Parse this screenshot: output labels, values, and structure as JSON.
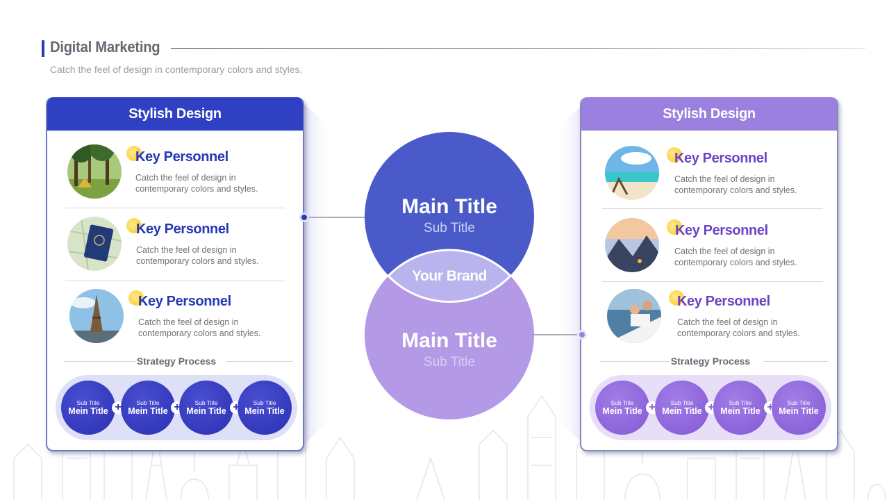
{
  "header": {
    "title": "Digital Marketing",
    "subtitle": "Catch the feel of design in contemporary colors and styles."
  },
  "colors": {
    "blue_primary": "#2f40c2",
    "purple_primary": "#9b80e0",
    "circle_blue": "#4a5bc9",
    "circle_purple": "#b49ae6"
  },
  "left_panel": {
    "heading": "Stylish Design",
    "items": [
      {
        "title": "Key Personnel",
        "desc": "Catch the feel of design in contemporary colors and styles.",
        "photo": "forest-tent-photo"
      },
      {
        "title": "Key Personnel",
        "desc": "Catch the feel of design in contemporary colors and styles.",
        "photo": "passport-map-photo"
      },
      {
        "title": "Key Personnel",
        "desc": "Catch the feel of design in contemporary colors and styles.",
        "photo": "eiffel-tower-photo"
      }
    ],
    "strategy_label": "Strategy Process",
    "steps": [
      {
        "sub": "Sub Title",
        "main": "Mein Title"
      },
      {
        "sub": "Sub Title",
        "main": "Mein Title"
      },
      {
        "sub": "Sub Title",
        "main": "Mein Title"
      },
      {
        "sub": "Sub Title",
        "main": "Mein Title"
      }
    ]
  },
  "right_panel": {
    "heading": "Stylish Design",
    "items": [
      {
        "title": "Key Personnel",
        "desc": "Catch the feel of design in contemporary colors and styles.",
        "photo": "beach-chair-photo"
      },
      {
        "title": "Key Personnel",
        "desc": "Catch the feel of design in contemporary colors and styles.",
        "photo": "mountain-camp-photo"
      },
      {
        "title": "Key Personnel",
        "desc": "Catch the feel of design in contemporary colors and styles.",
        "photo": "boat-couple-photo"
      }
    ],
    "strategy_label": "Strategy Process",
    "steps": [
      {
        "sub": "Sub Title",
        "main": "Mein Title"
      },
      {
        "sub": "Sub Title",
        "main": "Mein Title"
      },
      {
        "sub": "Sub Title",
        "main": "Mein Title"
      },
      {
        "sub": "Sub Title",
        "main": "Mein Title"
      }
    ]
  },
  "center": {
    "top_circle": {
      "title": "Main Title",
      "subtitle": "Sub Title"
    },
    "bottom_circle": {
      "title": "Main Title",
      "subtitle": "Sub Title"
    },
    "brand": "Your Brand"
  }
}
